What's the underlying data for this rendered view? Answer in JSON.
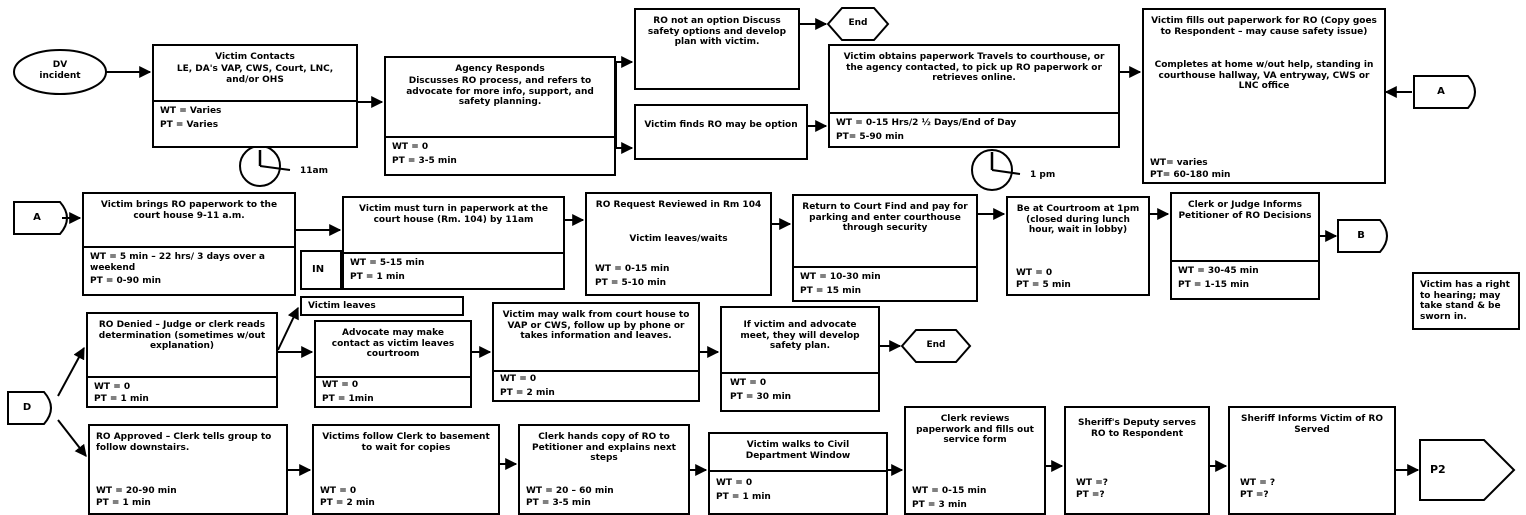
{
  "start": {
    "line1": "DV",
    "line2": "incident"
  },
  "contact": {
    "title": "Victim Contacts",
    "text": "LE, DA's VAP, CWS, Court, LNC, and/or OHS",
    "wt": "WT = Varies",
    "pt": "PT  = Varies"
  },
  "agency": {
    "title": "Agency Responds",
    "text": "Discusses RO process, and refers to advocate for more info, support, and safety planning.",
    "wt": "WT = 0",
    "pt": "PT = 3-5 min"
  },
  "clock1": "11am",
  "not_option": {
    "text": "RO not an option Discuss safety options and develop plan with victim."
  },
  "end_label": "End",
  "may_option": {
    "text": "Victim finds RO may be option"
  },
  "obtains": {
    "text": "Victim obtains paperwork Travels to courthouse, or the agency contacted, to pick up RO paperwork or retrieves online.",
    "wt": "WT = 0-15 Hrs/2 ½ Days/End of Day",
    "pt": "PT= 5-90 min"
  },
  "clock2": "1 pm",
  "fills": {
    "text": "Victim fills out paperwork for RO (Copy goes to Respondent – may cause safety issue)",
    "text2": "Completes at home w/out help, standing in courthouse hallway, VA entryway, CWS or LNC office",
    "wt": "WT= varies",
    "pt": "PT= 60-180 min"
  },
  "conn_a": "A",
  "conn_b": "B",
  "brings": {
    "text": "Victim brings RO paperwork to the court house 9-11 a.m.",
    "wt": "WT = 5 min – 22 hrs/ 3 days over a weekend",
    "pt": "PT = 0-90  min"
  },
  "turn_in": {
    "text": "Victim must turn in paperwork at the court house (Rm. 104) by 11am",
    "wt": "WT = 5-15 min",
    "pt": "PT = 1 min",
    "in_label": "IN"
  },
  "reviewed": {
    "text": "RO Request Reviewed in Rm 104",
    "text2": "Victim leaves/waits",
    "wt": "WT = 0-15 min",
    "pt": "PT = 5-10 min"
  },
  "return_court": {
    "text": "Return to Court Find and pay for parking and enter courthouse through security",
    "wt": "WT = 10-30 min",
    "pt": "PT = 15 min"
  },
  "courtroom": {
    "text": "Be at Courtroom at 1pm (closed during lunch hour, wait in lobby)",
    "wt": "WT = 0",
    "pt": "PT = 5 min"
  },
  "informs": {
    "text": "Clerk or Judge Informs Petitioner of RO Decisions",
    "wt": "WT = 30-45 min",
    "pt": "PT = 1-15 min"
  },
  "note": {
    "text": "Victim has a right to hearing; may take stand & be sworn in."
  },
  "victim_leaves": "Victim leaves",
  "denied": {
    "text": "RO Denied – Judge or clerk reads determination (sometimes w/out explanation)",
    "wt": "WT = 0",
    "pt": "PT = 1 min"
  },
  "advocate": {
    "text": "Advocate may make contact as victim leaves courtroom",
    "wt": "WT = 0",
    "pt": "PT = 1min"
  },
  "walk_vap": {
    "text": "Victim may walk from court house to VAP or CWS, follow up by phone or takes information and leaves.",
    "wt": "WT = 0",
    "pt": "PT = 2 min"
  },
  "meet": {
    "text": "If victim and advocate meet, they will develop safety plan.",
    "wt": "WT = 0",
    "pt": "PT = 30 min"
  },
  "conn_d": "D",
  "approved": {
    "text": "RO Approved – Clerk tells group to follow downstairs.",
    "wt": "WT = 20-90 min",
    "pt": "PT = 1 min"
  },
  "follow": {
    "text": "Victims follow Clerk to basement to wait for copies",
    "wt": "WT = 0",
    "pt": "PT = 2 min"
  },
  "hands": {
    "text": "Clerk hands copy of RO to Petitioner and explains next steps",
    "wt": "WT = 20 – 60 min",
    "pt": "PT = 3-5 min"
  },
  "civil": {
    "text": "Victim walks to Civil Department Window",
    "wt": "WT = 0",
    "pt": "PT = 1 min"
  },
  "clerk_reviews": {
    "text": "Clerk reviews paperwork and fills out service form",
    "wt": "WT = 0-15 min",
    "pt": "PT = 3 min"
  },
  "sheriff_deputy": {
    "text": "Sheriff's Deputy serves RO to Respondent",
    "wt": "WT =?",
    "pt": "PT =?"
  },
  "sheriff_informs": {
    "text": "Sheriff Informs Victim of RO Served",
    "wt": "WT = ?",
    "pt": "PT =?"
  },
  "p2": "P2"
}
